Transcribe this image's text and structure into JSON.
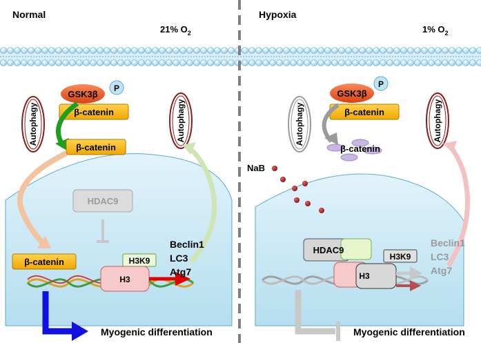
{
  "left_panel": {
    "title": "Normal",
    "oxygen": "21% O",
    "oxygen_sub": "2",
    "gsk": "GSK3β",
    "phospho": "P",
    "beta_catenin_top": "β-catenin",
    "beta_catenin_mid": "β-catenin",
    "beta_catenin_nuc": "β-catenin",
    "autophagy_left": "Autophagy",
    "autophagy_right": "Autophagy",
    "hdac": "HDAC9",
    "h3k9": "H3K9",
    "h3": "H3",
    "genes": [
      "Beclin1",
      "LC3",
      "Atg7"
    ],
    "outcome": "Myogenic differentiation"
  },
  "right_panel": {
    "title": "Hypoxia",
    "oxygen": "1% O",
    "oxygen_sub": "2",
    "gsk": "GSK3β",
    "phospho": "P",
    "beta_catenin_top": "β-catenin",
    "beta_catenin_degraded": "β-catenin",
    "autophagy_left": "Autophagy",
    "autophagy_right": "Autophagy",
    "nab": "NaB",
    "hdac": "HDAC9",
    "h3k9": "H3K9",
    "h3": "H3",
    "genes": [
      "Beclin1",
      "LC3",
      "Atg7"
    ],
    "outcome": "Myogenic differentiation"
  },
  "colors": {
    "membrane_fill": "#a9d8ef",
    "membrane_stroke": "#5aa9cf",
    "nucleus_fill": "#c7e6f3",
    "gsk_fill": "#e8561c",
    "catenin_fill": "#f6b800",
    "hdac_fill": "#d7d7d7",
    "h3_fill": "#f4c8c8",
    "green_arrow": "#1e9e1e",
    "blue_arrow": "#1010e0",
    "red_arrow": "#e00000"
  }
}
